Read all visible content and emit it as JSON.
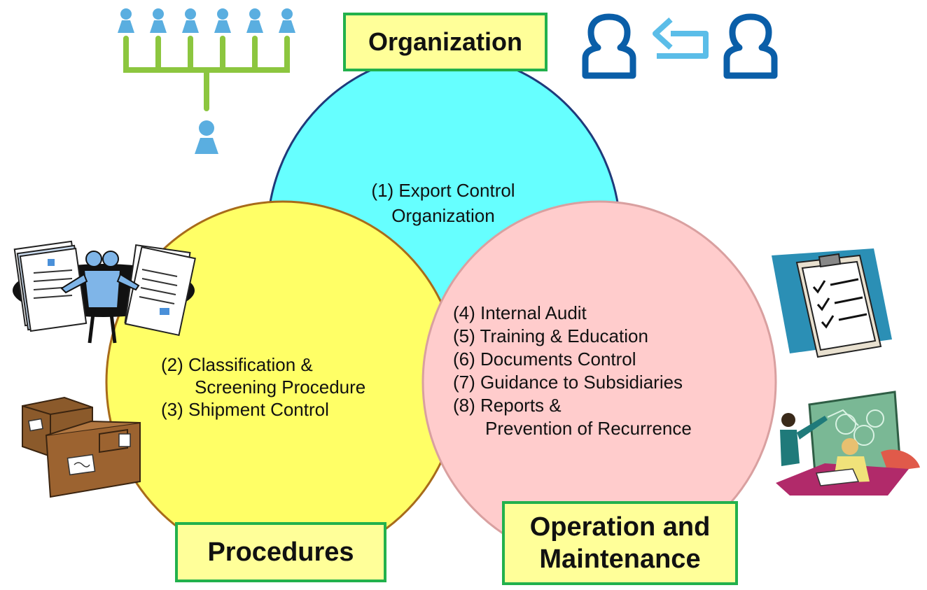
{
  "circles": {
    "organization": {
      "lines": [
        "(1) Export Control",
        "Organization"
      ],
      "color": "#66ffff"
    },
    "procedures": {
      "lines": [
        "(2) Classification &",
        "Screening Procedure",
        "(3) Shipment Control"
      ],
      "color": "#ffff66"
    },
    "operation": {
      "lines": [
        "(4) Internal Audit",
        "(5) Training & Education",
        "(6) Documents Control",
        "(7) Guidance to Subsidiaries",
        "(8) Reports &",
        "Prevention of Recurrence"
      ],
      "color": "#ffcccc"
    }
  },
  "labels": {
    "organization": "Organization",
    "procedures": "Procedures",
    "operation_line1": "Operation and",
    "operation_line2": "Maintenance"
  },
  "colors": {
    "label_fill": "#ffff99",
    "label_border": "#22b14c",
    "circle_outline_blue": "#1f3a7a",
    "circle_outline_brown": "#a86b1a",
    "circle_outline_pink": "#d9a0a0"
  },
  "icons": [
    "org-hierarchy-icon",
    "user-transfer-icon",
    "people-with-documents-icon",
    "shipping-boxes-icon",
    "clipboard-checklist-icon",
    "teacher-presentation-icon"
  ]
}
